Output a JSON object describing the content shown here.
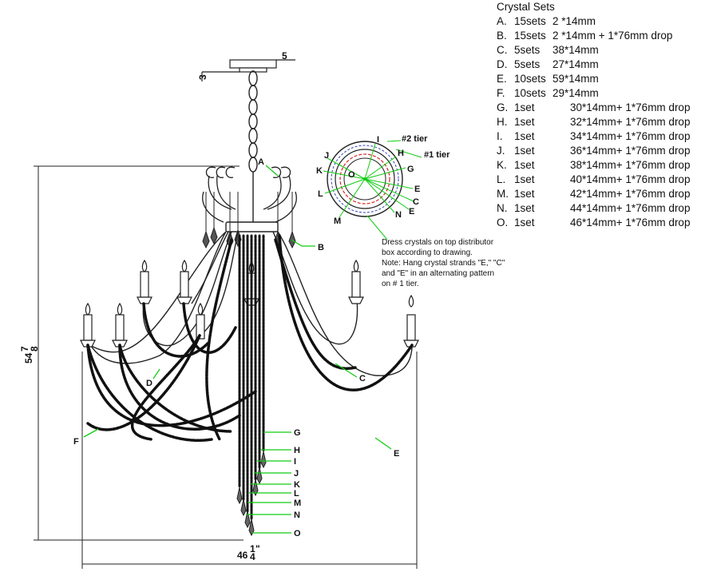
{
  "crystal_sets": {
    "title": "Crystal Sets",
    "rows": [
      {
        "letter": "A.",
        "qty": "15sets",
        "spec": "2  *14mm"
      },
      {
        "letter": "B.",
        "qty": "15sets",
        "spec": "2  *14mm + 1*76mm drop"
      },
      {
        "letter": "C.",
        "qty": "5sets",
        "spec": "38*14mm"
      },
      {
        "letter": "D.",
        "qty": "5sets",
        "spec": "27*14mm"
      },
      {
        "letter": "E.",
        "qty": "10sets",
        "spec": "59*14mm"
      },
      {
        "letter": "F.",
        "qty": "10sets",
        "spec": "29*14mm"
      },
      {
        "letter": "G.",
        "qty": "1set",
        "spec": "30*14mm+ 1*76mm drop"
      },
      {
        "letter": "H.",
        "qty": "1set",
        "spec": "32*14mm+ 1*76mm drop"
      },
      {
        "letter": "I.",
        "qty": "1set",
        "spec": "34*14mm+ 1*76mm drop"
      },
      {
        "letter": "J.",
        "qty": "1set",
        "spec": "36*14mm+ 1*76mm drop"
      },
      {
        "letter": "K.",
        "qty": "1set",
        "spec": "38*14mm+ 1*76mm drop"
      },
      {
        "letter": "L.",
        "qty": "1set",
        "spec": "40*14mm+ 1*76mm drop"
      },
      {
        "letter": "M.",
        "qty": "1set",
        "spec": "42*14mm+ 1*76mm drop"
      },
      {
        "letter": "N.",
        "qty": "1set",
        "spec": "44*14mm+ 1*76mm drop"
      },
      {
        "letter": "O.",
        "qty": "1set",
        "spec": "46*14mm+ 1*76mm drop"
      }
    ]
  },
  "dimensions": {
    "height_whole": "54",
    "height_num": "7",
    "height_den": "8",
    "width_whole": "46",
    "width_num": "1",
    "width_den": "4",
    "canopy_small": "3",
    "canopy_top": "5"
  },
  "labels": {
    "A": "A",
    "B": "B",
    "C": "C",
    "D": "D",
    "E": "E",
    "F": "F",
    "G": "G",
    "H": "H",
    "I": "I",
    "J": "J",
    "K": "K",
    "L": "L",
    "M": "M",
    "N": "N",
    "O": "O"
  },
  "tier_diagram": {
    "tier2": "#2 tier",
    "tier1": "#1 tier",
    "note_lines": [
      "Dress crystals on top distributor",
      "box according to drawing.",
      "Note: Hang crystal strands \"E,\" \"C\"",
      "and \"E\" in an alternating pattern",
      "on # 1 tier."
    ]
  },
  "colors": {
    "leader": "#11cc11",
    "line": "#222222",
    "ring_red": "#dd2222",
    "ring_blue": "#3344bb"
  }
}
